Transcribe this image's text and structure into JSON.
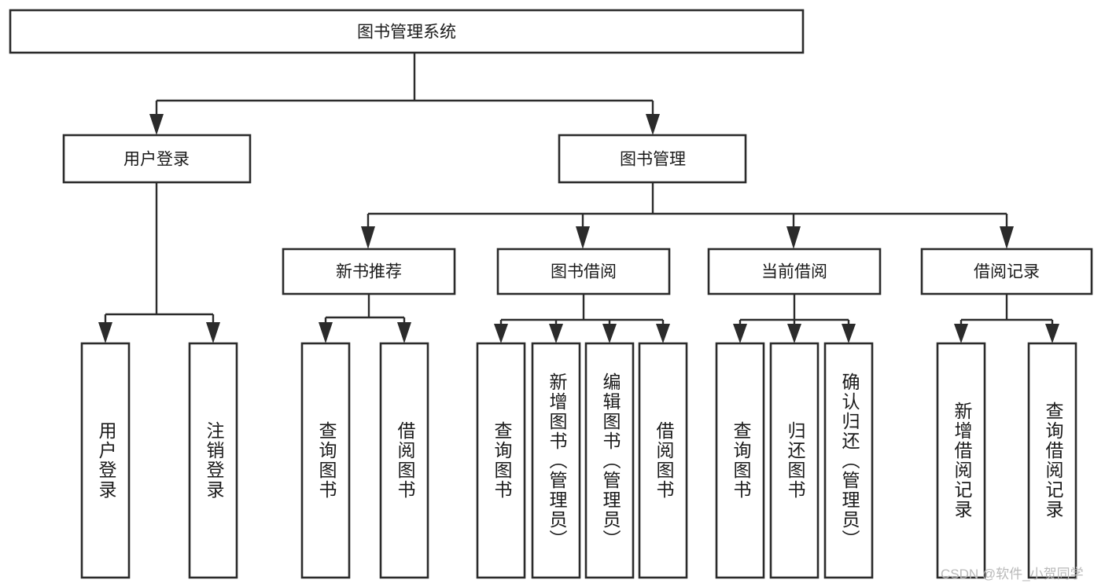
{
  "diagram": {
    "title": "图书管理系统",
    "type": "tree-hierarchy-diagram",
    "root": {
      "label": "图书管理系统"
    },
    "level2": [
      {
        "label": "用户登录"
      },
      {
        "label": "图书管理"
      }
    ],
    "level3": [
      {
        "label": "新书推荐"
      },
      {
        "label": "图书借阅"
      },
      {
        "label": "当前借阅"
      },
      {
        "label": "借阅记录"
      }
    ],
    "leaves": {
      "user_login": [
        {
          "label": "用户登录"
        },
        {
          "label": "注销登录"
        }
      ],
      "new_book_recommend": [
        {
          "label": "查询图书"
        },
        {
          "label": "借阅图书"
        }
      ],
      "book_borrow": [
        {
          "label": "查询图书"
        },
        {
          "label": "新增图书（管理员）"
        },
        {
          "label": "编辑图书（管理员）"
        },
        {
          "label": "借阅图书"
        }
      ],
      "current_borrow": [
        {
          "label": "查询图书"
        },
        {
          "label": "归还图书"
        },
        {
          "label": "确认归还（管理员）"
        }
      ],
      "borrow_record": [
        {
          "label": "新增借阅记录"
        },
        {
          "label": "查询借阅记录"
        }
      ]
    }
  },
  "watermark": {
    "text": "CSDN @软件_小贺同学"
  },
  "colors": {
    "stroke": "#2b2b2b",
    "box_fill": "#ffffff",
    "text": "#1a1a1a",
    "watermark": "#b9b9b9",
    "background": "#ffffff"
  }
}
